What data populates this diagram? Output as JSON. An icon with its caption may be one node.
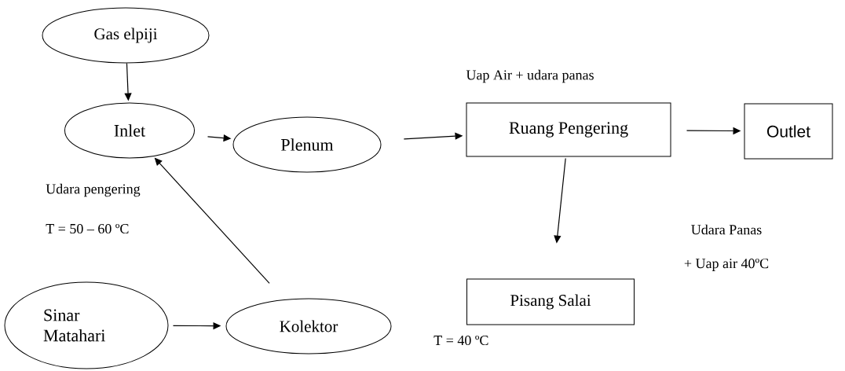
{
  "diagram": {
    "nodes": [
      {
        "text": [
          "Gas elpiji"
        ]
      },
      {
        "text": [
          "Inlet"
        ]
      },
      {
        "text": [
          "Plenum"
        ]
      },
      {
        "text": [
          "Ruang Pengering"
        ]
      },
      {
        "text": [
          "Outlet"
        ]
      },
      {
        "text": [
          "Sinar Matahari"
        ]
      },
      {
        "text": [
          "Kolektor"
        ]
      },
      {
        "text": [
          "Pisang Salai"
        ]
      }
    ],
    "edges": [
      {
        "from": 0,
        "to": 1,
        "arrow": "to"
      },
      {
        "from": 1,
        "to": 2,
        "arrow": "to"
      },
      {
        "from": 2,
        "to": 3,
        "arrow": "to"
      },
      {
        "from": 3,
        "to": 4,
        "arrow": "to"
      },
      {
        "from": 3,
        "to": 7,
        "arrow": "to"
      },
      {
        "from": 5,
        "to": 6,
        "arrow": "to"
      },
      {
        "from": 6,
        "to": 1,
        "arrow": "to"
      }
    ],
    "labels": [
      "Uap Air + udara panas",
      "Udara pengering",
      "T = 50 – 60 ºC",
      "Udara Panas",
      "+ Uap air 40ºC",
      "T = 40 ºC"
    ]
  }
}
